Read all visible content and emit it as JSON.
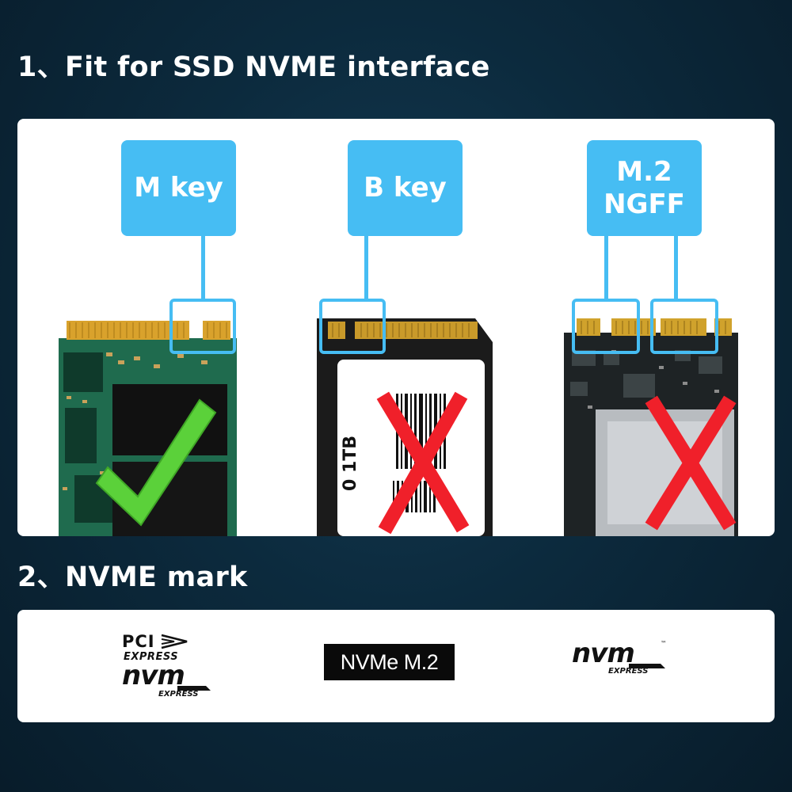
{
  "heading_1": "1、Fit for SSD NVME interface",
  "heading_2": "2、NVME mark",
  "keys": [
    {
      "label_lines": [
        "M key"
      ],
      "status": "supported"
    },
    {
      "label_lines": [
        "B key"
      ],
      "status": "not-supported"
    },
    {
      "label_lines": [
        "M.2",
        "NGFF"
      ],
      "status": "not-supported"
    }
  ],
  "ssd_b_label": "0 1TB",
  "marks": {
    "pci_express": {
      "line1": "PCI",
      "line2": "EXPRESS",
      "logo": "nvm",
      "logo_sub": "EXPRESS"
    },
    "nvme_m2": "NVMe M.2",
    "nvm_express": {
      "logo": "nvm",
      "logo_sub": "EXPRESS"
    }
  },
  "colors": {
    "accent": "#46bdf3",
    "check": "#5bd13a",
    "cross": "#f0202a",
    "pcb_green": "#1f6b4e",
    "gold": "#d9a22c"
  }
}
